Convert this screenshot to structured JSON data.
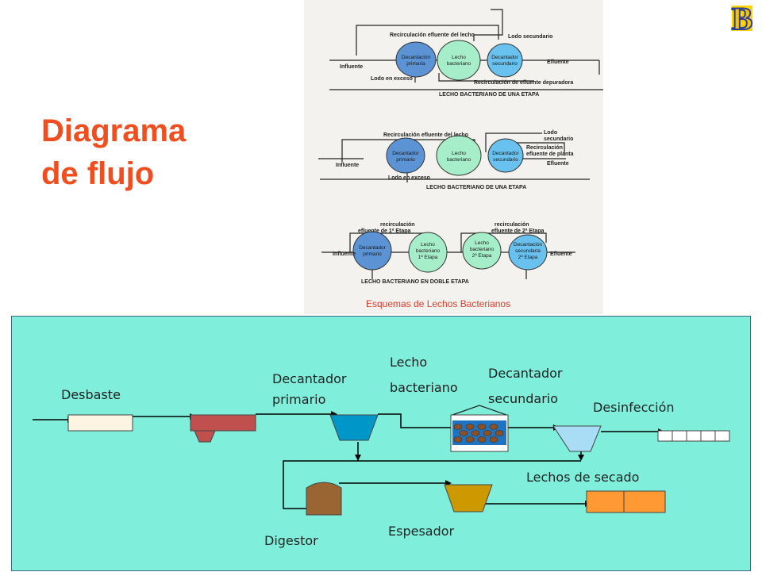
{
  "title": {
    "line1": "Diagrama",
    "line2": "de flujo"
  },
  "logo": {
    "letter": "B"
  },
  "schemes": {
    "caption": "Esquemas de Lechos Bacterianos",
    "scheme1": {
      "recirc_top": "Recirculación efluente del lecho",
      "lodo_sec": "Lodo secundario",
      "influente": "Influente",
      "efluente": "Efluente",
      "lodo_exceso": "Lodo en exceso",
      "recirc_depuradora": "Recirculación de efluente depuradora",
      "footer": "LECHO BACTERIANO DE UNA ETAPA",
      "dec_primario": [
        "Decantación",
        "primaria"
      ],
      "lecho": [
        "Lecho",
        "bacteriano"
      ],
      "dec_secundario": [
        "Decantador",
        "secundario"
      ]
    },
    "scheme2": {
      "recirc_top": "Recirculación efluente del lecho",
      "lodo_sec": [
        "Lodo",
        "secundario"
      ],
      "recirc_planta": [
        "Recirculación",
        "efluente de planta"
      ],
      "influente": "Influente",
      "efluente": "Efluente",
      "lodo_exceso": "Lodo en exceso",
      "footer": "LECHO BACTERIANO DE UNA ETAPA",
      "dec_primario": [
        "Decantador",
        "primario"
      ],
      "lecho": [
        "Lecho",
        "bacteriano"
      ],
      "dec_secundario": [
        "Decantador",
        "secundario"
      ]
    },
    "scheme3": {
      "recirc1": [
        "recirculación",
        "efluente de 1ª Etapa"
      ],
      "recirc2": [
        "recirculación",
        "efluente de 2ª Etapa"
      ],
      "influente": "Influente",
      "efluente": "Efluente",
      "footer": "LECHO BACTERIANO EN DOBLE ETAPA",
      "dec_primario": [
        "Decantador",
        "primario"
      ],
      "lecho1": [
        "Lecho",
        "bacteriano",
        "1ª Etapa"
      ],
      "lecho2": [
        "Lecho",
        "bacteriano",
        "2ª Etapa"
      ],
      "dec_secundaria": [
        "Decantación",
        "secundaria",
        "2ª Etapa"
      ]
    }
  },
  "flow": {
    "desbaste": "Desbaste",
    "decantador_primario": [
      "Decantador",
      "primario"
    ],
    "lecho_bacteriano": [
      "Lecho",
      "bacteriano"
    ],
    "decantador_secundario": [
      "Decantador",
      "secundario"
    ],
    "desinfeccion": "Desinfección",
    "lechos_secado": "Lechos de secado",
    "espesador": "Espesador",
    "digestor": "Digestor"
  },
  "colors": {
    "title": "#f04e1e",
    "panel_bg": "#7fefdc",
    "clarifier_primary": "#0096c8",
    "clarifier_secondary": "#a9dcf5",
    "grit": "#c0504d",
    "thickener": "#cc9900",
    "digester": "#996633",
    "drying_beds": "#ff9933"
  }
}
